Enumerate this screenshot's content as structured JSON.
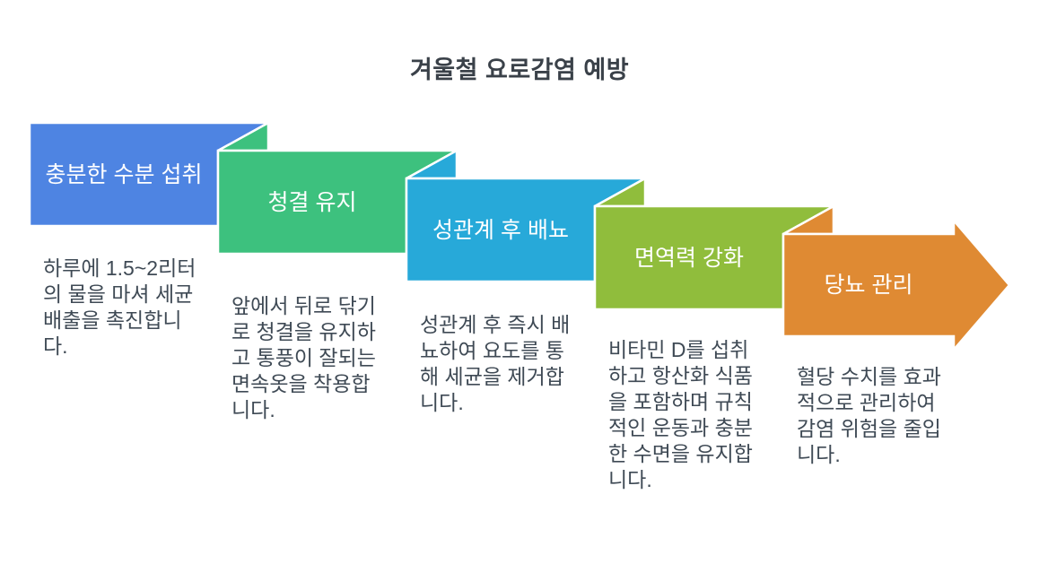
{
  "title": "겨울철 요로감염 예방",
  "steps": [
    {
      "label": "충분한 수분 섭취",
      "description": "하루에 1.5~2리터의 물을 마셔 세균 배출을 촉진합니다.",
      "color": "#4e84e2"
    },
    {
      "label": "청결 유지",
      "description": "앞에서 뒤로 닦기로 청결을 유지하고 통풍이 잘되는 면속옷을 착용합니다.",
      "color": "#3dc17e"
    },
    {
      "label": "성관계 후 배뇨",
      "description": "성관계 후 즉시 배뇨하여 요도를 통해 세균을 제거합니다.",
      "color": "#27a9d9"
    },
    {
      "label": "면역력 강화",
      "description": "비타민 D를 섭취하고 항산화 식품을 포함하며 규칙적인 운동과 충분한 수면을 유지합니다.",
      "color": "#90bd3c"
    },
    {
      "label": "당뇨 관리",
      "description": "혈당 수치를 효과적으로 관리하여 감염 위험을 줄입니다.",
      "color": "#df8a33"
    }
  ],
  "colors": {
    "title_text": "#3a4149",
    "label_text": "#ffffff",
    "description_text": "#3f4a55",
    "separator": "#ffffff"
  }
}
